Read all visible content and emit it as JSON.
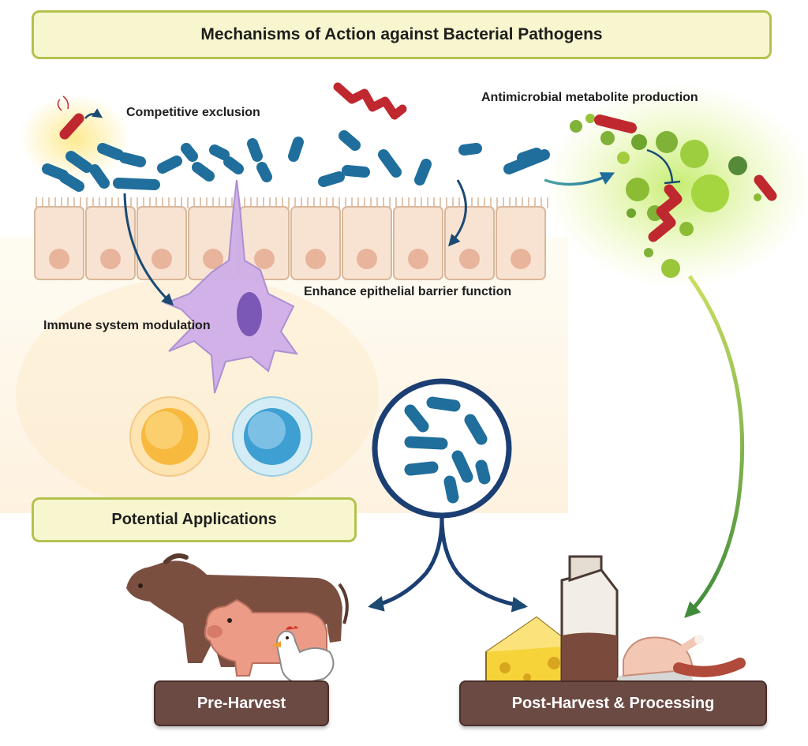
{
  "title": "Mechanisms of Action against Bacterial Pathogens",
  "mechanisms": {
    "competitive_exclusion": "Competitive exclusion",
    "antimicrobial": "Antimicrobial metabolite production",
    "epithelial": "Enhance epithelial barrier function",
    "immune": "Immune system modulation"
  },
  "applications": {
    "heading": "Potential Applications",
    "pre_harvest": "Pre-Harvest",
    "post_harvest": "Post-Harvest & Processing"
  },
  "colors": {
    "frame_fill": "#f7f6cf",
    "frame_border": "#b3c24d",
    "bacteria": "#1f6e9c",
    "pathogen": "#c0282f",
    "plaque": "#6c4a44",
    "arrow": "#1b4a73"
  }
}
